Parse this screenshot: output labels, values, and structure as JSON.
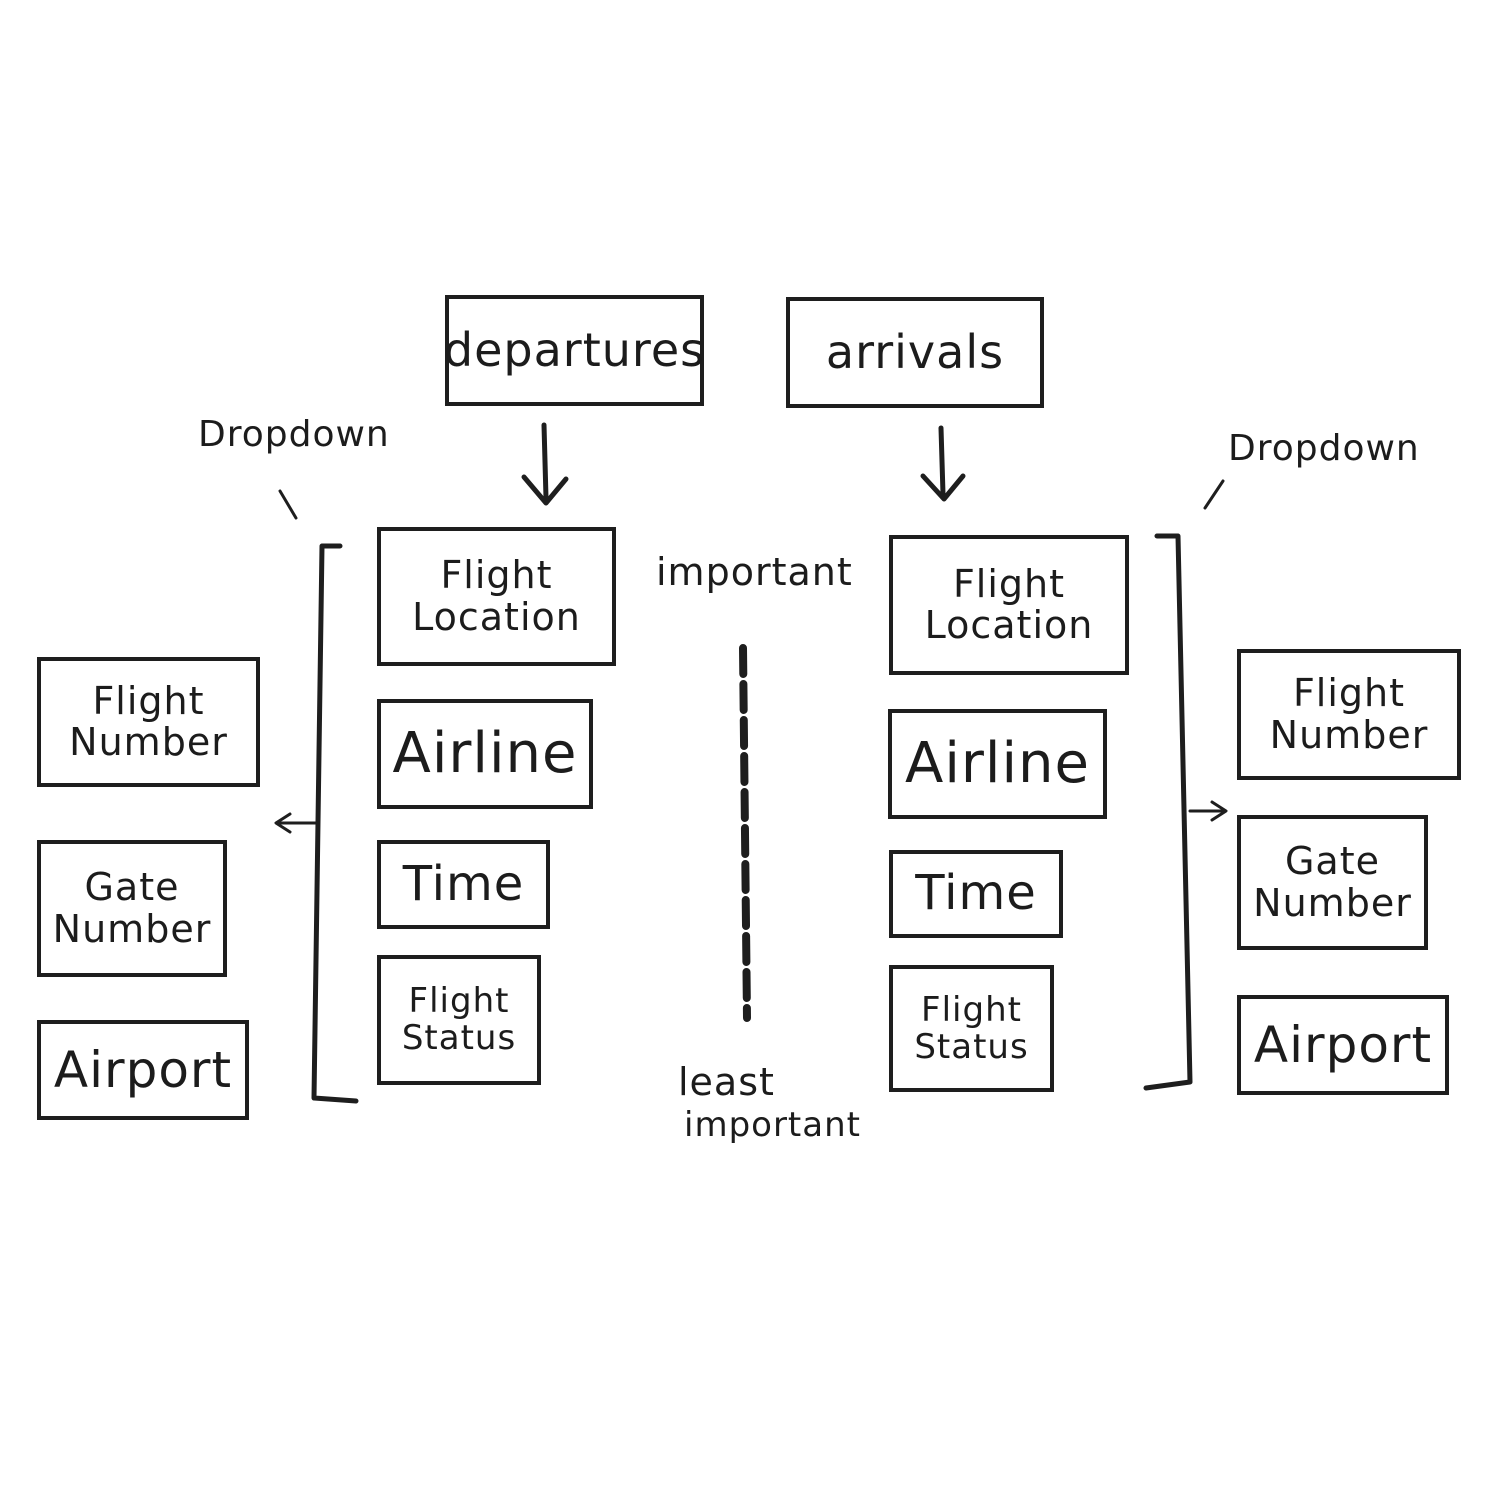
{
  "header": {
    "departures": "departures",
    "arrivals": "arrivals"
  },
  "departures_column": {
    "label": "Dropdown",
    "items": [
      {
        "line1": "Flight",
        "line2": "Location"
      },
      {
        "line1": "Airline"
      },
      {
        "line1": "Time"
      },
      {
        "line1": "Flight",
        "line2": "Status"
      }
    ],
    "dropdown": [
      {
        "line1": "Flight",
        "line2": "Number"
      },
      {
        "line1": "Gate",
        "line2": "Number"
      },
      {
        "line1": "Airport"
      }
    ]
  },
  "arrivals_column": {
    "label": "Dropdown",
    "items": [
      {
        "line1": "Flight",
        "line2": "Location"
      },
      {
        "line1": "Airline"
      },
      {
        "line1": "Time"
      },
      {
        "line1": "Flight",
        "line2": "Status"
      }
    ],
    "dropdown": [
      {
        "line1": "Flight",
        "line2": "Number"
      },
      {
        "line1": "Gate",
        "line2": "Number"
      },
      {
        "line1": "Airport"
      }
    ]
  },
  "priority_scale": {
    "top_label": "important",
    "bottom_label_line1": "least",
    "bottom_label_line2": "important"
  },
  "colors": {
    "ink": "#1e1e1e",
    "paper": "#ffffff"
  }
}
